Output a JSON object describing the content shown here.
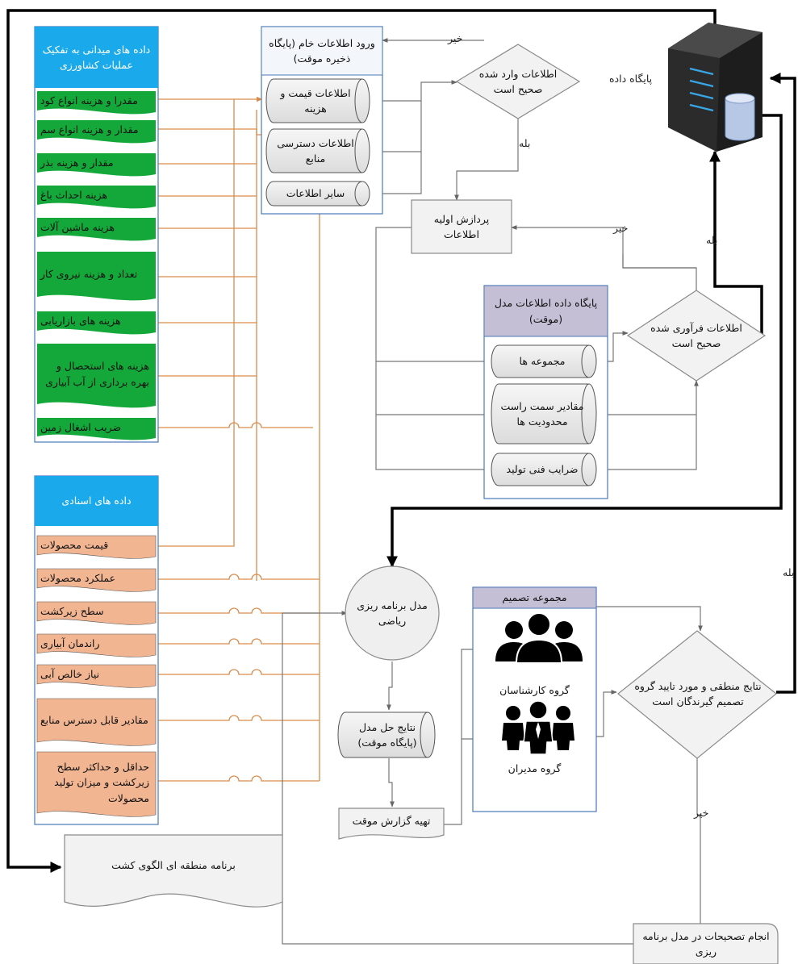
{
  "field_data": {
    "title": "داده های میدانی به تفکیک عملیات کشاورزی",
    "items": [
      "مقدرا و هزینه انواع کود",
      "مقدار و هزینه انواع سم",
      "مقدار و هزینه بذر",
      "هزینه احداث باغ",
      "هزینه ماشین آلات",
      "تعداد و هزینه نیروی کار",
      "هزینه های بازاریابی",
      "هزینه های استحصال و بهره برداری از آب آبیاری",
      "ضریب اشغال زمین"
    ]
  },
  "documentary_data": {
    "title": "داده های اسنادی",
    "items": [
      "قیمت محصولات",
      "عملکرد محصولات",
      "سطح زیرکشت",
      "راندمان آبیاری",
      "نیاز خالص آبی",
      "مقادیر قابل دسترس منابع",
      "حداقل و حداکثر سطح زیرکشت و میزان تولید محصولات"
    ]
  },
  "raw_input": {
    "title": "ورود اطلاعات خام (پایگاه ذخیره موقت)",
    "items": [
      "اطلاعات قیمت و هزینه",
      "اطلاعات دسترسی منابع",
      "سایر اطلاعات"
    ]
  },
  "decision_raw": "اطلاعات وارد شده صحیح است",
  "preprocess": "پردازش اولیه اطلاعات",
  "model_db": {
    "title": "پایگاه داده اطلاعات مدل (موقت)",
    "items": [
      "مجموعه ها",
      "مقادیر سمت راست محدودیت ها",
      "ضرایب فنی تولید"
    ]
  },
  "decision_processed": "اطلاعات فرآوری شده صحیح است",
  "database": "پایگاه داده",
  "math_model": "مدل برنامه ریزی ریاضی",
  "model_results": "نتایج حل مدل (پایگاه موقت)",
  "temp_report": "تهیه گزارش موقت",
  "decision_group": {
    "title": "مجموعه تصمیم",
    "experts": "گروه کارشناسان",
    "managers": "گروه مدیران"
  },
  "decision_final": "نتایج منطقی و مورد تایید گروه تصمیم گیرندگان است",
  "corrections": "انجام تصحیحات در مدل برنامه ریزی",
  "regional_plan": "برنامه منطقه ای الگوی کشت",
  "labels": {
    "no": "خیر",
    "yes": "بله"
  },
  "colors": {
    "header_blue": "#1aa9ea",
    "field_green": "#14a83a",
    "doc_orange": "#f2b592",
    "model_purple": "#c5bfd6",
    "orange_line": "#d98c4a",
    "cylinder_grey": "#e7e7e7"
  }
}
